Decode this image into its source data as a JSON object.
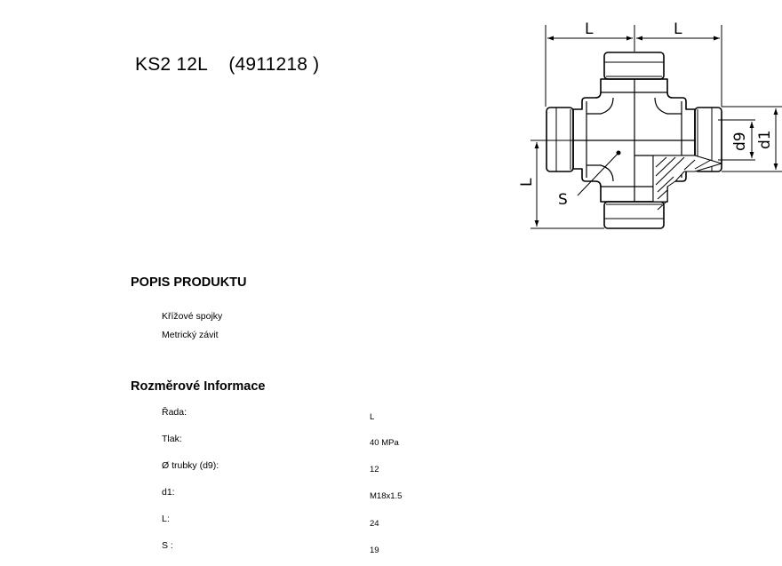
{
  "product": {
    "title": "KS2 12L    (4911218 )"
  },
  "drawing": {
    "dim_labels": [
      "L",
      "L",
      "L",
      "d9",
      "d1",
      "S"
    ]
  },
  "description": {
    "heading": "POPIS PRODUKTU",
    "lines": [
      "Křížové spojky",
      "Metrický závit"
    ]
  },
  "dimensions": {
    "heading": "Rozměrové Informace",
    "rows": [
      {
        "label": "Řada:",
        "value": "L"
      },
      {
        "label": "Tlak:",
        "value": "40  MPa"
      },
      {
        "label": "Ø trubky (d9):",
        "value": "12"
      },
      {
        "label": "d1:",
        "value": "M18x1.5"
      },
      {
        "label": "L:",
        "value": "24"
      },
      {
        "label": "S :",
        "value": "19"
      }
    ]
  }
}
